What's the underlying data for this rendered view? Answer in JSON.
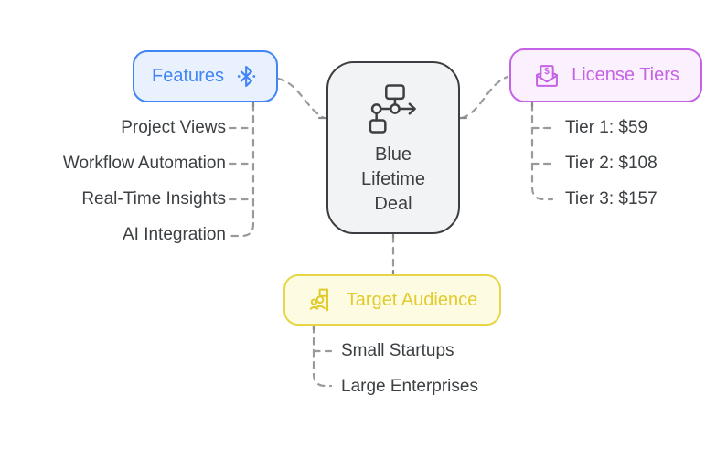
{
  "center_node": {
    "lines": [
      "Blue",
      "Lifetime",
      "Deal"
    ],
    "icon": "flowchart-icon",
    "border_color": "#3b3d40",
    "fill_color": "#f2f3f4",
    "text_color": "#3c4043"
  },
  "features": {
    "label": "Features",
    "icon": "bluetooth-icon",
    "accent_color": "#4285f4",
    "fill_color": "#e8f1fd",
    "items": [
      "Project Views",
      "Workflow Automation",
      "Real-Time Insights",
      "AI Integration"
    ]
  },
  "license_tiers": {
    "label": "License Tiers",
    "icon": "dollar-envelope-icon",
    "accent_color": "#c563e6",
    "fill_color": "#fbf0fd",
    "items": [
      "Tier 1: $59",
      "Tier 2: $108",
      "Tier 3: $157"
    ]
  },
  "target_audience": {
    "label": "Target Audience",
    "icon": "audience-flag-icon",
    "accent_color": "#e2cb2d",
    "border_color": "#e5d647",
    "fill_color": "#fdfbe2",
    "items": [
      "Small Startups",
      "Large Enterprises"
    ]
  },
  "connectors": {
    "color": "#9a9a9a"
  },
  "leaf_text_color": "#3c4043"
}
